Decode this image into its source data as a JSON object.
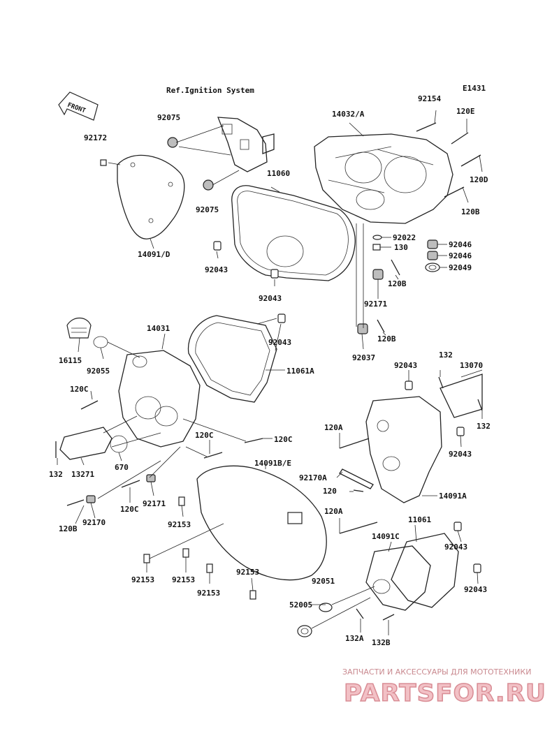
{
  "diagram_code": "E1431",
  "front_arrow": "FRONT",
  "ref_note": "Ref.Ignition System",
  "watermark": {
    "caption": "ЗАПЧАСТИ И АКСЕССУАРЫ ДЛЯ МОТОТЕХНИКИ",
    "brand": "PARTSFOR.RU"
  },
  "labels": {
    "l92075a": "92075",
    "l92075b": "92075",
    "l92172": "92172",
    "l14091d": "14091/D",
    "l11060": "11060",
    "l92043a": "92043",
    "l92043b": "92043",
    "l92043c": "92043",
    "l92043d": "92043",
    "l92043e": "92043",
    "l92043f": "92043",
    "l92043g": "92043",
    "l14032a": "14032/A",
    "l92154": "92154",
    "l120e": "120E",
    "l120d": "120D",
    "l120b1": "120B",
    "l92022": "92022",
    "l130": "130",
    "l92046a": "92046",
    "l92046b": "92046",
    "l92049": "92049",
    "l120b2": "120B",
    "l92171a": "92171",
    "l120b3": "120B",
    "l92037": "92037",
    "l14031": "14031",
    "l16115": "16115",
    "l92055": "92055",
    "l11061a": "11061A",
    "l120c1": "120C",
    "l120c2": "120C",
    "l120c3": "120C",
    "l120c4": "120C",
    "l132a": "132",
    "l13271": "13271",
    "l670": "670",
    "l120b4": "120B",
    "l92170": "92170",
    "l92171b": "92171",
    "l14091be": "14091B/E",
    "l92153a": "92153",
    "l92153b": "92153",
    "l92153c": "92153",
    "l92153d": "92153",
    "l92153e": "92153",
    "l132b": "132",
    "l13070": "13070",
    "l132c": "132",
    "l120a1": "120A",
    "l92170a": "92170A",
    "l120": "120",
    "l14091a": "14091A",
    "l120a2": "120A",
    "l11061": "11061",
    "l14091c": "14091C",
    "l92051": "92051",
    "l52005": "52005",
    "l132a2": "132A",
    "l132b2": "132B"
  }
}
